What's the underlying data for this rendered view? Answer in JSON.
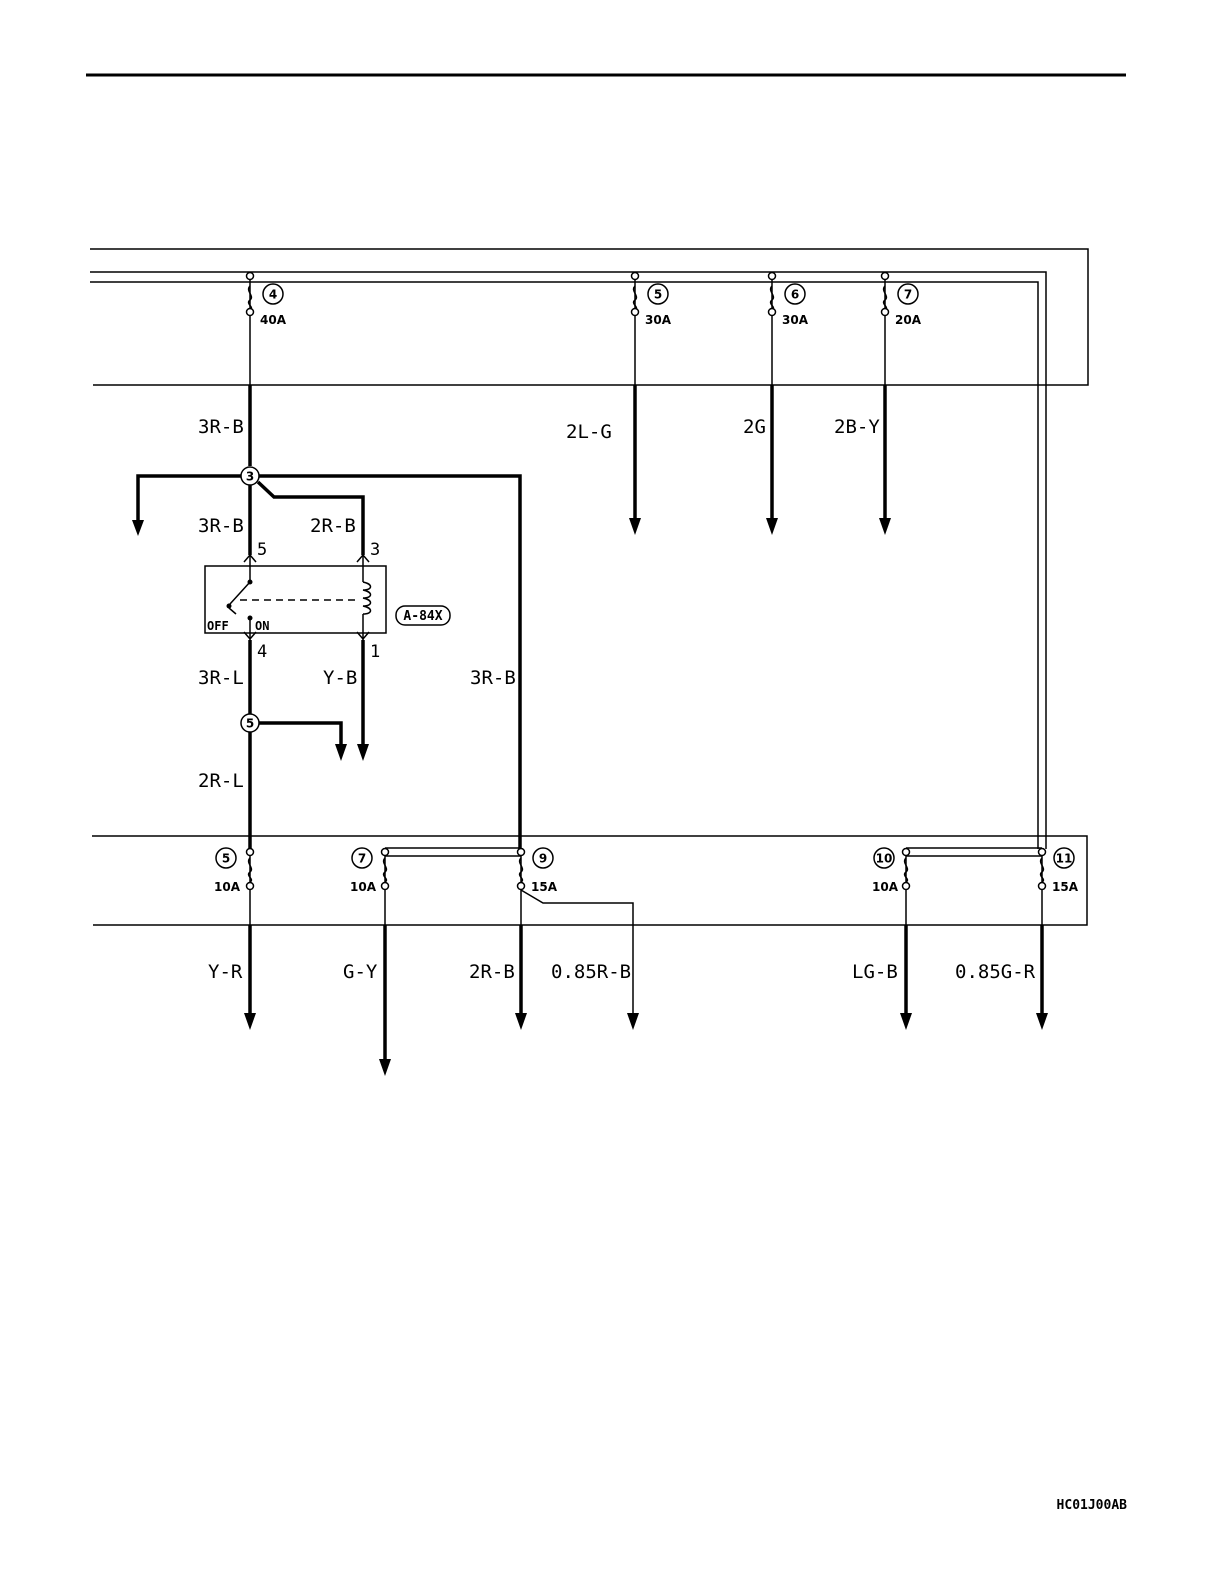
{
  "upper_fuses": [
    {
      "number": "4",
      "rating": "40A"
    },
    {
      "number": "5",
      "rating": "30A"
    },
    {
      "number": "6",
      "rating": "30A"
    },
    {
      "number": "7",
      "rating": "20A"
    }
  ],
  "lower_fuses": [
    {
      "number": "5",
      "rating": "10A"
    },
    {
      "number": "7",
      "rating": "10A"
    },
    {
      "number": "9",
      "rating": "15A"
    },
    {
      "number": "10",
      "rating": "10A"
    },
    {
      "number": "11",
      "rating": "15A"
    }
  ],
  "wires": {
    "main_feed": "3R-B",
    "fuse5_out": "2L-G",
    "fuse6_out": "2G",
    "fuse7_out": "2B-Y",
    "relay_switch_in": "3R-B",
    "relay_coil_in": "2R-B",
    "relay_switch_out": "3R-L",
    "relay_coil_out": "Y-B",
    "bypass": "3R-B",
    "lower_feed": "2R-L",
    "out_y_r": "Y-R",
    "out_g_y": "G-Y",
    "out_2r_b": "2R-B",
    "out_085r_b": "0.85R-B",
    "out_lg_b": "LG-B",
    "out_085g_r": "0.85G-R"
  },
  "junctions": {
    "upper": "3",
    "lower": "5"
  },
  "relay": {
    "code": "A-84X",
    "off_label": "OFF",
    "on_label": "ON",
    "pins": {
      "switch_in": "5",
      "coil_in": "3",
      "switch_out": "4",
      "coil_out": "1"
    }
  },
  "figure_code": "HC01J00AB"
}
